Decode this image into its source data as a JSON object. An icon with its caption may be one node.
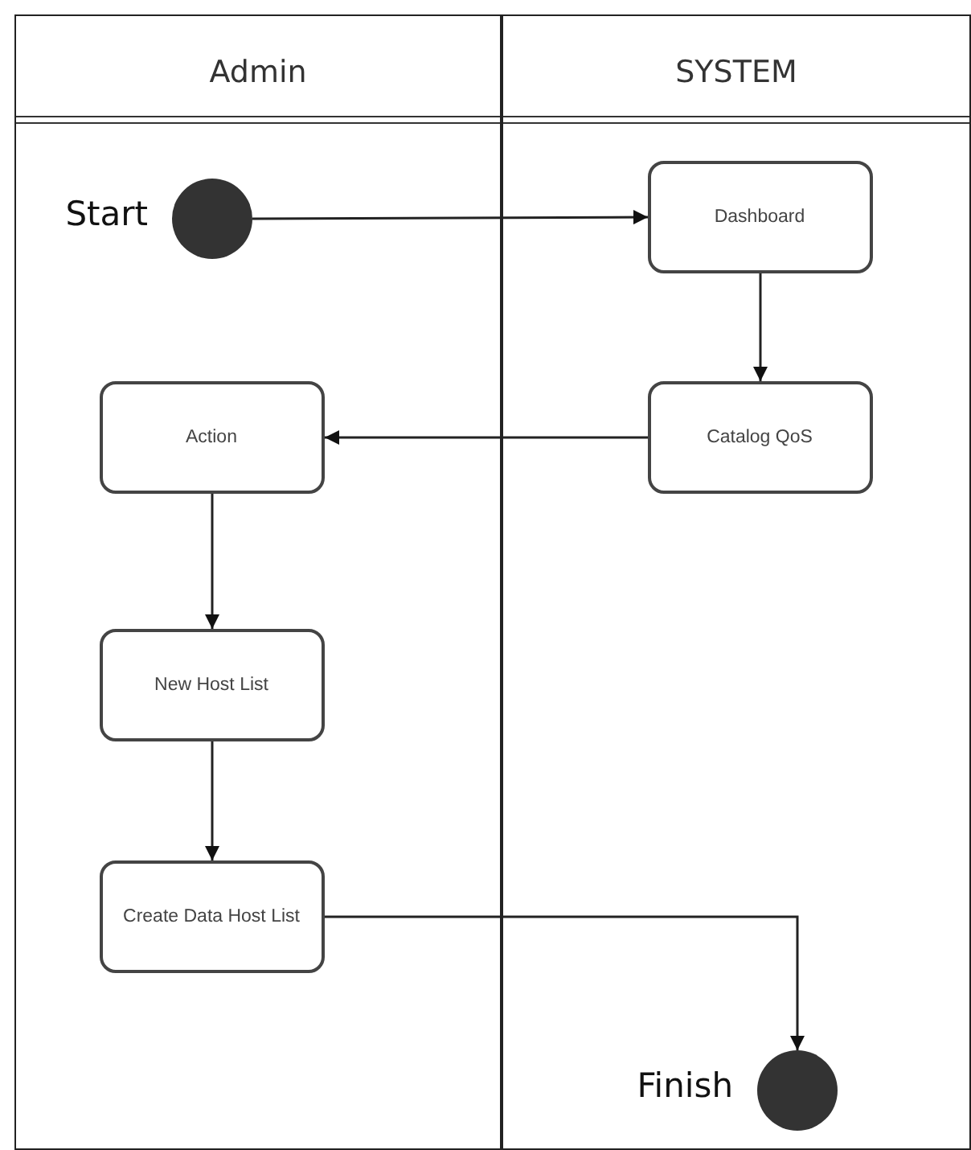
{
  "diagram": {
    "nodes": [
      {
        "text": [
          "Admin"
        ]
      },
      {
        "text": [
          "SYSTEM"
        ]
      },
      {
        "text": [],
        "shape": "circle",
        "in": 0,
        "beside": [
          "Start"
        ]
      },
      {
        "text": [
          "Dashboard"
        ],
        "in": 1
      },
      {
        "text": [
          "Catalog QoS"
        ],
        "in": 1
      },
      {
        "text": [
          "Action"
        ],
        "in": 0
      },
      {
        "text": [
          "New Host List"
        ],
        "in": 0
      },
      {
        "text": [
          "Create Data Host List"
        ],
        "in": 0
      },
      {
        "text": [],
        "shape": "circle",
        "in": 1,
        "beside": [
          "Finish"
        ]
      }
    ],
    "edges": [
      {
        "from": 2,
        "to": 3,
        "arrow": "to"
      },
      {
        "from": 3,
        "to": 4,
        "arrow": "to"
      },
      {
        "from": 4,
        "to": 5,
        "arrow": "to"
      },
      {
        "from": 5,
        "to": 6,
        "arrow": "to"
      },
      {
        "from": 6,
        "to": 7,
        "arrow": "to"
      },
      {
        "from": 7,
        "to": 8,
        "arrow": "to"
      }
    ]
  }
}
